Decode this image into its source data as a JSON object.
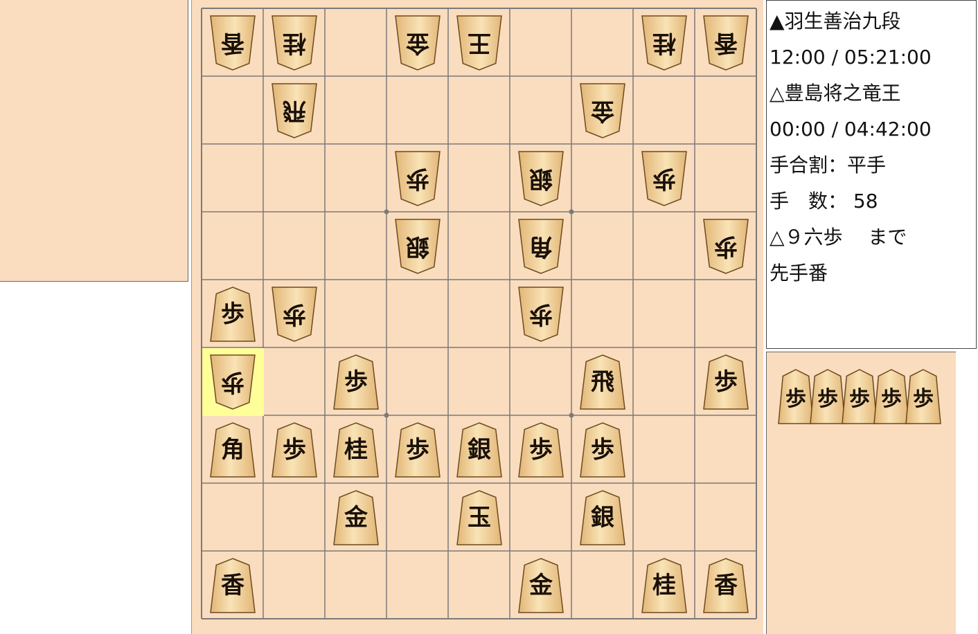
{
  "info": {
    "sente_name": "▲羽生善治九段",
    "sente_time": "12:00 / 05:21:00",
    "gote_name": "△豊島将之竜王",
    "gote_time": "00:00 / 04:42:00",
    "handicap": "手合割：平手",
    "move_count": "手　数： 58",
    "last_move": "△９六歩　 まで",
    "turn": "先手番"
  },
  "colors": {
    "board": "#fadcbe",
    "grid": "#7a7a7a",
    "highlight": "#ffff99",
    "piece_light": "#f9e3b6",
    "piece_dark": "#e2b677",
    "piece_edge": "#6b4a1e"
  },
  "board": {
    "files": 9,
    "ranks": 9,
    "last_move_square": {
      "col": 0,
      "row": 5
    },
    "pieces": [
      {
        "col": 0,
        "row": 0,
        "label": "香",
        "owner": "gote"
      },
      {
        "col": 1,
        "row": 0,
        "label": "桂",
        "owner": "gote"
      },
      {
        "col": 3,
        "row": 0,
        "label": "金",
        "owner": "gote"
      },
      {
        "col": 4,
        "row": 0,
        "label": "王",
        "owner": "gote"
      },
      {
        "col": 7,
        "row": 0,
        "label": "桂",
        "owner": "gote"
      },
      {
        "col": 8,
        "row": 0,
        "label": "香",
        "owner": "gote"
      },
      {
        "col": 1,
        "row": 1,
        "label": "飛",
        "owner": "gote"
      },
      {
        "col": 6,
        "row": 1,
        "label": "金",
        "owner": "gote"
      },
      {
        "col": 3,
        "row": 2,
        "label": "歩",
        "owner": "gote"
      },
      {
        "col": 5,
        "row": 2,
        "label": "銀",
        "owner": "gote"
      },
      {
        "col": 7,
        "row": 2,
        "label": "歩",
        "owner": "gote"
      },
      {
        "col": 3,
        "row": 3,
        "label": "銀",
        "owner": "gote"
      },
      {
        "col": 5,
        "row": 3,
        "label": "角",
        "owner": "gote"
      },
      {
        "col": 8,
        "row": 3,
        "label": "歩",
        "owner": "gote"
      },
      {
        "col": 0,
        "row": 4,
        "label": "歩",
        "owner": "sente"
      },
      {
        "col": 1,
        "row": 4,
        "label": "歩",
        "owner": "gote"
      },
      {
        "col": 5,
        "row": 4,
        "label": "歩",
        "owner": "gote"
      },
      {
        "col": 0,
        "row": 5,
        "label": "歩",
        "owner": "gote"
      },
      {
        "col": 2,
        "row": 5,
        "label": "歩",
        "owner": "sente"
      },
      {
        "col": 6,
        "row": 5,
        "label": "飛",
        "owner": "sente"
      },
      {
        "col": 8,
        "row": 5,
        "label": "歩",
        "owner": "sente"
      },
      {
        "col": 0,
        "row": 6,
        "label": "角",
        "owner": "sente"
      },
      {
        "col": 1,
        "row": 6,
        "label": "歩",
        "owner": "sente"
      },
      {
        "col": 2,
        "row": 6,
        "label": "桂",
        "owner": "sente"
      },
      {
        "col": 3,
        "row": 6,
        "label": "歩",
        "owner": "sente"
      },
      {
        "col": 4,
        "row": 6,
        "label": "銀",
        "owner": "sente"
      },
      {
        "col": 5,
        "row": 6,
        "label": "歩",
        "owner": "sente"
      },
      {
        "col": 6,
        "row": 6,
        "label": "歩",
        "owner": "sente"
      },
      {
        "col": 2,
        "row": 7,
        "label": "金",
        "owner": "sente"
      },
      {
        "col": 4,
        "row": 7,
        "label": "玉",
        "owner": "sente"
      },
      {
        "col": 6,
        "row": 7,
        "label": "銀",
        "owner": "sente"
      },
      {
        "col": 0,
        "row": 8,
        "label": "香",
        "owner": "sente"
      },
      {
        "col": 5,
        "row": 8,
        "label": "金",
        "owner": "sente"
      },
      {
        "col": 7,
        "row": 8,
        "label": "桂",
        "owner": "sente"
      },
      {
        "col": 8,
        "row": 8,
        "label": "香",
        "owner": "sente"
      }
    ]
  },
  "sente_hand": [
    {
      "label": "歩"
    },
    {
      "label": "歩"
    },
    {
      "label": "歩"
    },
    {
      "label": "歩"
    },
    {
      "label": "歩"
    }
  ],
  "gote_hand": []
}
